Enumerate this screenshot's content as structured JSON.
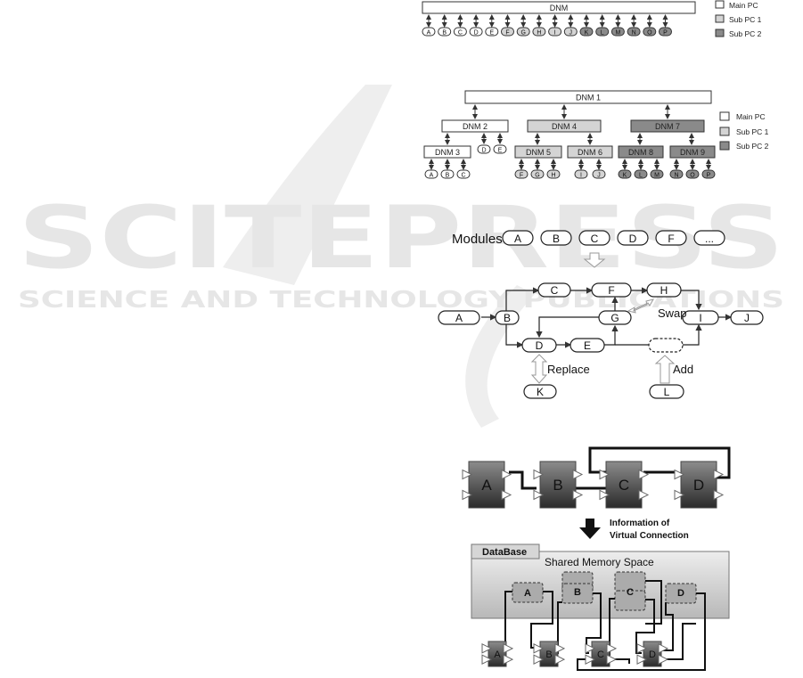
{
  "colors": {
    "main_pc": "#ffffff",
    "sub_pc_1": "#d4d4d4",
    "sub_pc_2": "#8a8a8a",
    "stroke": "#333333",
    "watermark": "#e4e4e4"
  },
  "watermark": {
    "title": "SCITEPRESS",
    "subtitle": "SCIENCE AND TECHNOLOGY PUBLICATIONS"
  },
  "legend": {
    "items": [
      "Main PC",
      "Sub PC 1",
      "Sub PC 2"
    ]
  },
  "diagram1": {
    "top": "DNM",
    "modules": [
      "A",
      "B",
      "C",
      "D",
      "E",
      "F",
      "G",
      "H",
      "I",
      "J",
      "K",
      "L",
      "M",
      "N",
      "O",
      "P"
    ]
  },
  "diagram2": {
    "root": "DNM 1",
    "level2": [
      "DNM 2",
      "DNM 4",
      "DNM 7"
    ],
    "level3": [
      "DNM 3",
      "DNM 5",
      "DNM 6",
      "DNM 8",
      "DNM 9"
    ],
    "dnm2_leaves": [
      "D",
      "E"
    ],
    "dnm3_leaves": [
      "A",
      "B",
      "C"
    ],
    "dnm5_leaves": [
      "F",
      "G",
      "H"
    ],
    "dnm6_leaves": [
      "I",
      "J"
    ],
    "dnm8_leaves": [
      "K",
      "L",
      "M"
    ],
    "dnm9_leaves": [
      "N",
      "O",
      "P"
    ]
  },
  "diagram3": {
    "modules_label": "Modules",
    "module_list": [
      "A",
      "B",
      "C",
      "D",
      "F",
      "..."
    ],
    "nodes": {
      "A": "A",
      "B": "B",
      "C": "C",
      "F": "F",
      "H": "H",
      "G": "G",
      "I": "I",
      "J": "J",
      "D": "D",
      "E": "E",
      "K": "K",
      "L": "L"
    },
    "swap": "Swap",
    "replace": "Replace",
    "add": "Add"
  },
  "diagram4": {
    "modules": [
      "A",
      "B",
      "C",
      "D"
    ],
    "arrow_label_line1": "Information of",
    "arrow_label_line2": "Virtual Connection",
    "db_tab": "DataBase",
    "shared_memory": "Shared Memory Space",
    "mem_blocks": [
      "A",
      "B",
      "C",
      "D"
    ],
    "bottom_modules": [
      "A",
      "B",
      "C",
      "D"
    ]
  }
}
